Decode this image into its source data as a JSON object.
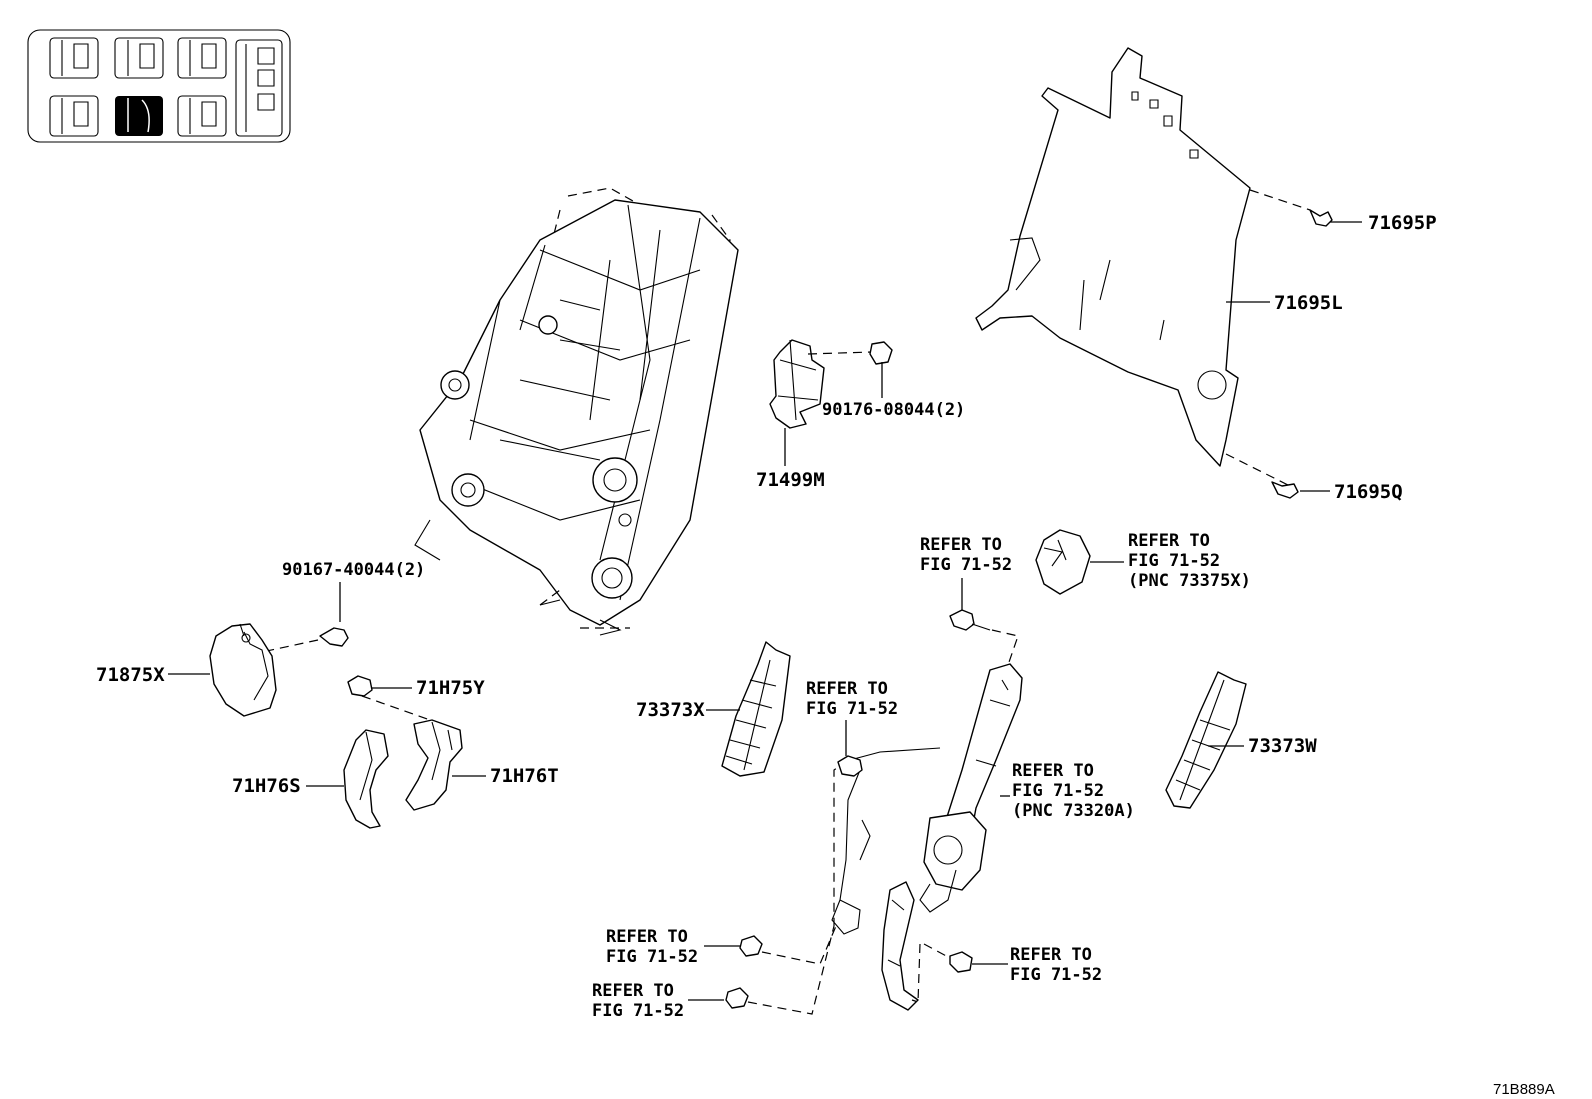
{
  "diagram_code": "71B889A",
  "callouts": {
    "p71695P": "71695P",
    "p71695L": "71695L",
    "p71695Q": "71695Q",
    "p90176": "90176-08044(2)",
    "p71499M": "71499M",
    "p90167": "90167-40044(2)",
    "p71875X": "71875X",
    "p71H75Y": "71H75Y",
    "p71H76S": "71H76S",
    "p71H76T": "71H76T",
    "p73373X": "73373X",
    "p73373W": "73373W"
  },
  "refer_to": "REFER TO",
  "fig_ref": "FIG 71-52",
  "pnc_73375X": "(PNC 73375X)",
  "pnc_73320A": "(PNC 73320A)"
}
